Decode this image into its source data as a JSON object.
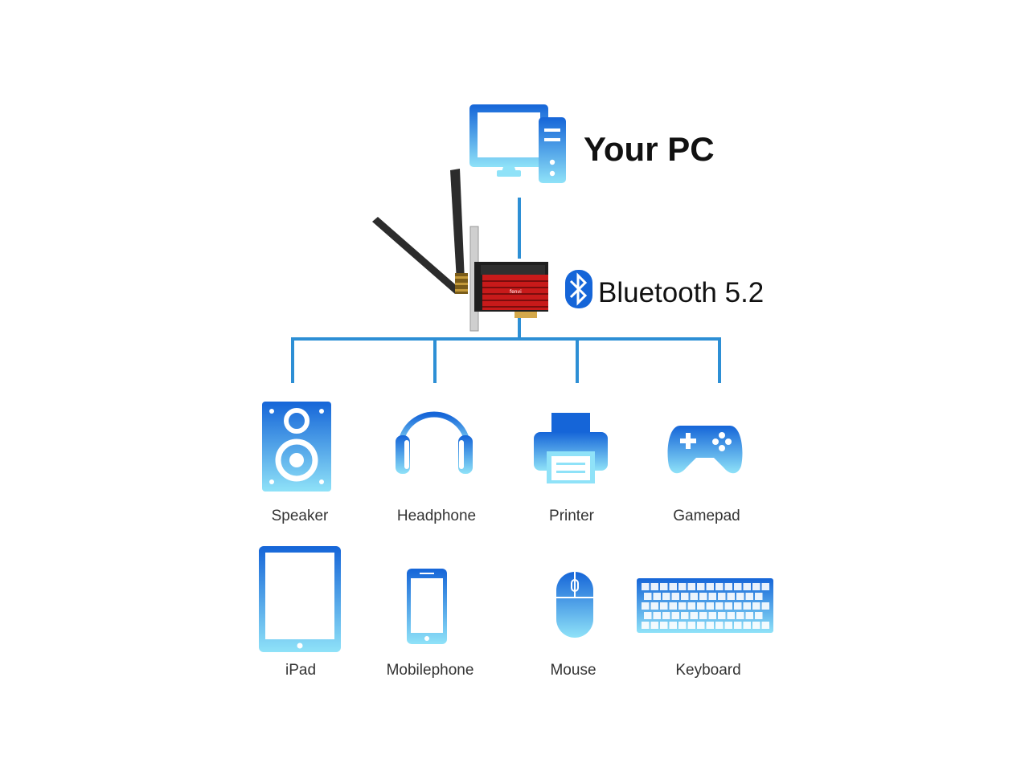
{
  "pc": {
    "title": "Your PC",
    "icon": "desktop-pc-icon"
  },
  "adapter": {
    "brand": "fenvi",
    "icon": "pcie-wifi-card-icon"
  },
  "bluetooth": {
    "title": "Bluetooth 5.2",
    "icon": "bluetooth-icon"
  },
  "colors": {
    "blue": "#2d8fd5",
    "icon_dark": "#1565d8",
    "icon_light": "#8fe2f8",
    "card_red": "#c81a1a"
  },
  "devices": [
    {
      "label": "Speaker",
      "icon": "speaker-icon"
    },
    {
      "label": "Headphone",
      "icon": "headphone-icon"
    },
    {
      "label": "Printer",
      "icon": "printer-icon"
    },
    {
      "label": "Gamepad",
      "icon": "gamepad-icon"
    },
    {
      "label": "iPad",
      "icon": "tablet-icon"
    },
    {
      "label": "Mobilephone",
      "icon": "phone-icon"
    },
    {
      "label": "Mouse",
      "icon": "mouse-icon"
    },
    {
      "label": "Keyboard",
      "icon": "keyboard-icon"
    }
  ]
}
